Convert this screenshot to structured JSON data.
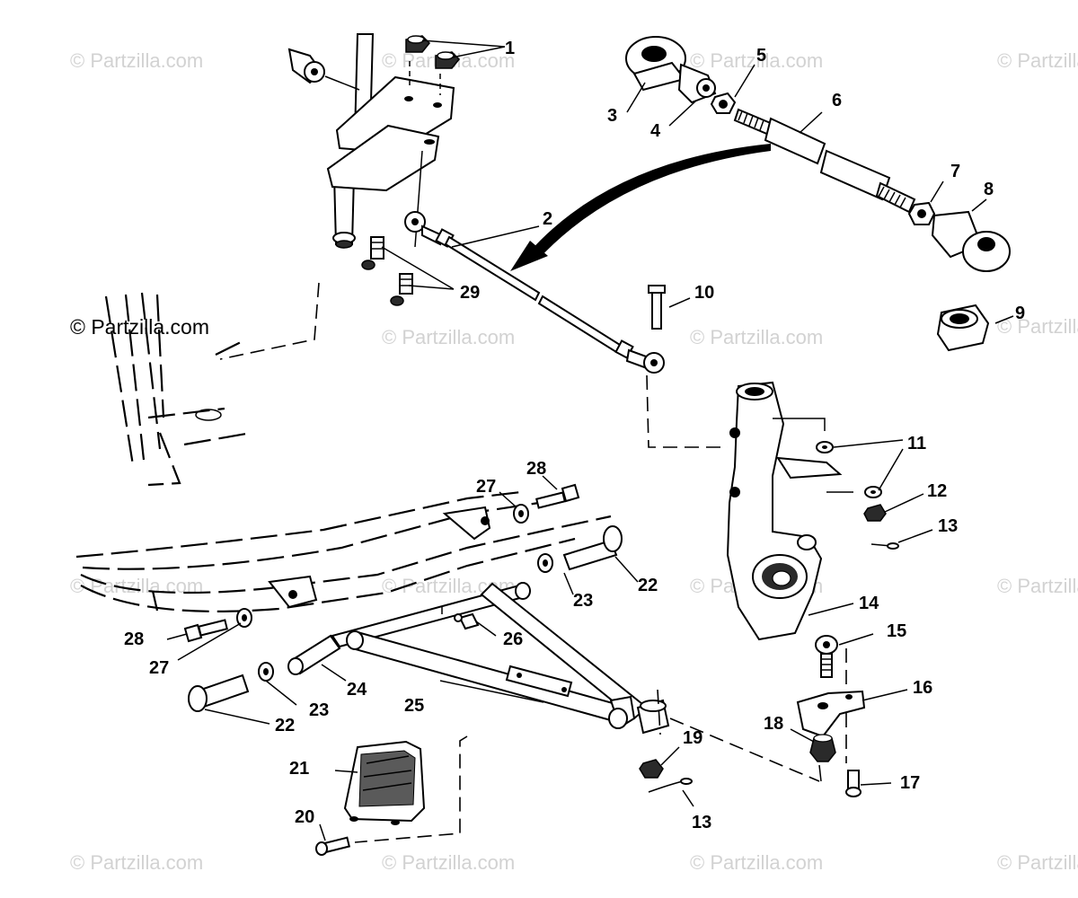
{
  "diagram": {
    "watermark": "© Partzilla.com",
    "callouts": {
      "c1": "1",
      "c2": "2",
      "c3": "3",
      "c4": "4",
      "c5": "5",
      "c6": "6",
      "c7": "7",
      "c8": "8",
      "c9": "9",
      "c10": "10",
      "c11": "11",
      "c12": "12",
      "c13a": "13",
      "c13b": "13",
      "c14": "14",
      "c15": "15",
      "c16": "16",
      "c17": "17",
      "c18": "18",
      "c19": "19",
      "c20": "20",
      "c21": "21",
      "c22a": "22",
      "c22b": "22",
      "c23a": "23",
      "c23b": "23",
      "c24": "24",
      "c25": "25",
      "c26": "26",
      "c27a": "27",
      "c27b": "27",
      "c28a": "28",
      "c28b": "28",
      "c29": "29"
    }
  }
}
